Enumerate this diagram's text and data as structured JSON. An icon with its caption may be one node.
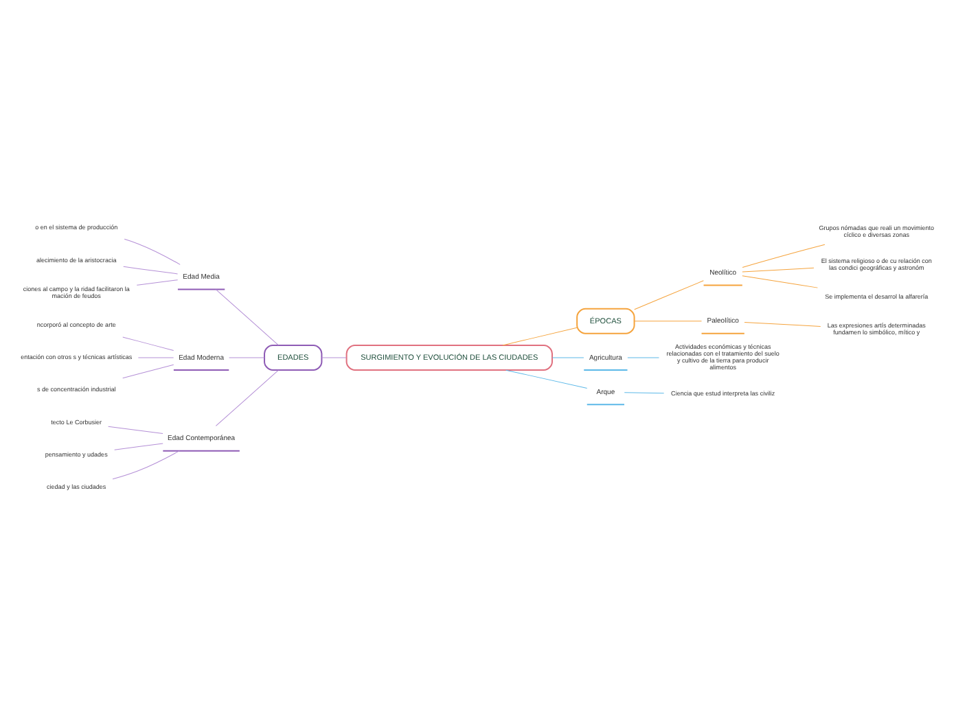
{
  "diagram": {
    "nodes": [
      {
        "text": [
          "SURGIMIENTO Y EVOLUCIÓN DE LAS CIUDADES"
        ]
      },
      {
        "text": [
          "EDADES"
        ]
      },
      {
        "text": [
          "Edad Media"
        ]
      },
      {
        "text": [
          "o en el sistema de producción"
        ]
      },
      {
        "text": [
          "alecimiento de la aristocracia"
        ]
      },
      {
        "text": [
          "ciones al campo y la ridad facilitaron la mación de feudos"
        ]
      },
      {
        "text": [
          "Edad Moderna"
        ]
      },
      {
        "text": [
          "ncorporó al concepto de arte"
        ]
      },
      {
        "text": [
          "entación con otros s y técnicas artísticas"
        ]
      },
      {
        "text": [
          "s de concentración industrial"
        ]
      },
      {
        "text": [
          "Edad Contemporánea"
        ]
      },
      {
        "text": [
          "tecto Le Corbusier"
        ]
      },
      {
        "text": [
          "pensamiento y udades"
        ]
      },
      {
        "text": [
          "ciedad y las ciudades"
        ]
      },
      {
        "text": [
          "ÉPOCAS"
        ]
      },
      {
        "text": [
          "Neolítico"
        ]
      },
      {
        "text": [
          "Grupos nómadas que reali un movimiento cíclico e diversas zonas"
        ]
      },
      {
        "text": [
          "El sistema religioso o de cu relación con las condici geográficas y astronóm"
        ]
      },
      {
        "text": [
          "Se implementa el desarrol la alfarería"
        ]
      },
      {
        "text": [
          "Paleolítico"
        ]
      },
      {
        "text": [
          "Las expresiones artís determinadas fundamen lo simbólico, mítico y"
        ]
      },
      {
        "text": [
          "Agricultura"
        ]
      },
      {
        "text": [
          "Actividades económicas y técnicas relacionadas con el tratamiento del suelo y cultivo de la tierra para producir alimentos"
        ]
      },
      {
        "text": [
          "Arque"
        ]
      },
      {
        "text": [
          "Ciencia que estud interpreta las civiliz"
        ]
      }
    ],
    "edges": [
      {
        "from": 0,
        "to": 1,
        "arrow": "none"
      },
      {
        "from": 1,
        "to": 2,
        "arrow": "none"
      },
      {
        "from": 2,
        "to": 3,
        "arrow": "none"
      },
      {
        "from": 2,
        "to": 4,
        "arrow": "none"
      },
      {
        "from": 2,
        "to": 5,
        "arrow": "none"
      },
      {
        "from": 1,
        "to": 6,
        "arrow": "none"
      },
      {
        "from": 6,
        "to": 7,
        "arrow": "none"
      },
      {
        "from": 6,
        "to": 8,
        "arrow": "none"
      },
      {
        "from": 6,
        "to": 9,
        "arrow": "none"
      },
      {
        "from": 1,
        "to": 10,
        "arrow": "none"
      },
      {
        "from": 10,
        "to": 11,
        "arrow": "none"
      },
      {
        "from": 10,
        "to": 12,
        "arrow": "none"
      },
      {
        "from": 10,
        "to": 13,
        "arrow": "none"
      },
      {
        "from": 0,
        "to": 14,
        "arrow": "none",
        "color": "#f5a33c"
      },
      {
        "from": 14,
        "to": 15,
        "arrow": "none",
        "color": "#f5a33c"
      },
      {
        "from": 15,
        "to": 16,
        "arrow": "none",
        "color": "#f5a33c"
      },
      {
        "from": 15,
        "to": 17,
        "arrow": "none",
        "color": "#f5a33c"
      },
      {
        "from": 15,
        "to": 18,
        "arrow": "none",
        "color": "#f5a33c"
      },
      {
        "from": 14,
        "to": 19,
        "arrow": "none",
        "color": "#f5a33c"
      },
      {
        "from": 19,
        "to": 20,
        "arrow": "none",
        "color": "#f5a33c"
      },
      {
        "from": 0,
        "to": 21,
        "arrow": "none",
        "color": "#5bb8e8"
      },
      {
        "from": 21,
        "to": 22,
        "arrow": "none",
        "color": "#5bb8e8"
      },
      {
        "from": 0,
        "to": 23,
        "arrow": "none",
        "color": "#5bb8e8"
      },
      {
        "from": 23,
        "to": 24,
        "arrow": "none",
        "color": "#5bb8e8"
      }
    ]
  }
}
